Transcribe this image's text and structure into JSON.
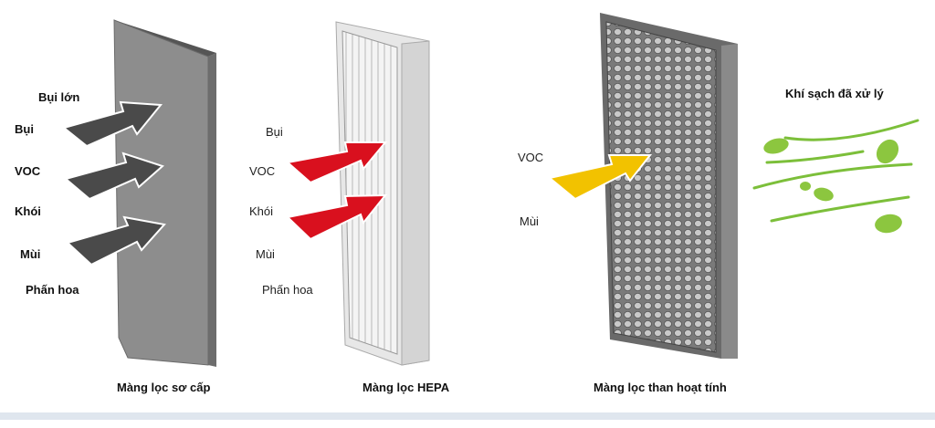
{
  "filters": [
    {
      "caption": "Màng lọc sơ cấp",
      "inputs": [
        "Bụi lớn",
        "Bụi",
        "VOC",
        "Khói",
        "Mùi",
        "Phấn hoa"
      ]
    },
    {
      "caption": "Màng lọc HEPA",
      "inputs": [
        "Bụi",
        "VOC",
        "Khói",
        "Mùi",
        "Phấn hoa"
      ]
    },
    {
      "caption": "Màng lọc than hoạt tính",
      "inputs": [
        "VOC",
        "Mùi"
      ]
    }
  ],
  "output": {
    "label": "Khí sạch đã xử lý"
  },
  "colors": {
    "primary_arrow": "#4a4a4a",
    "hepa_arrow": "#d9101e",
    "carbon_arrow": "#f2c200",
    "leaf": "#8cc63f"
  }
}
